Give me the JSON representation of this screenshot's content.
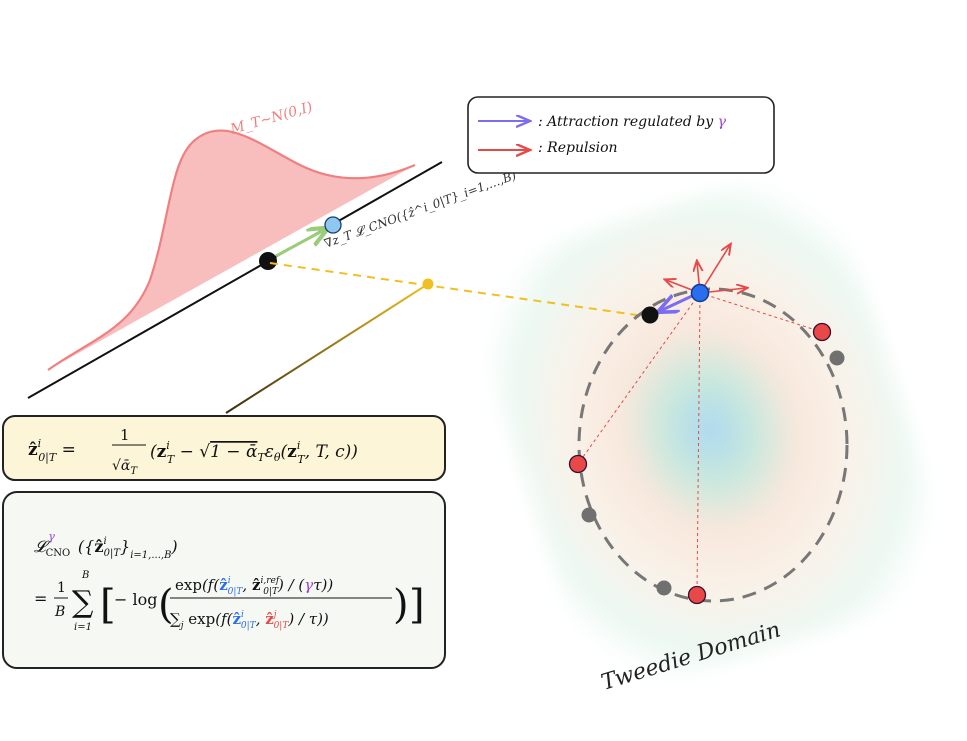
{
  "legend": {
    "attraction_text": ": Attraction regulated by ",
    "gamma": "γ",
    "repulsion_text": ":  Repulsion"
  },
  "distribution_label": "M_T∼N(0,I)",
  "gradient_label": "∇z_T 𝓛_CNO({ẑ^i_0|T}_i=1,…,B)",
  "domain_label": "Tweedie Domain",
  "equation_1": "ẑ^i_0|T = 1/√ᾱ_T (z^i_T − √(1−ᾱ_T) ε_θ(z^i_T, T, c))",
  "equation_2": "𝓛^γ_CNO({ẑ^i_0|T}_i=1,…,B) = 1/B Σ_{i=1}^{B} [ −log( exp(f(ẑ^i_0|T, ẑ^{i,ref}_0|T)/(γτ)) / Σ_j exp(f(ẑ^i_0|T, ẑ^j_0|T)/τ) ) ]",
  "colors": {
    "curve": "#f08080",
    "curve_fill": "#f7b3b3",
    "attraction": "#7b6cf0",
    "repulsion": "#e84848",
    "gradient_arrow": "#9acd7a",
    "dashed": "#f0c020",
    "blue_point": "#2a6ef0",
    "red_point": "#e84848",
    "gray_point": "#707070",
    "eq1_bg": "#fdf5d8",
    "eq2_bg": "#f6f8f3"
  }
}
